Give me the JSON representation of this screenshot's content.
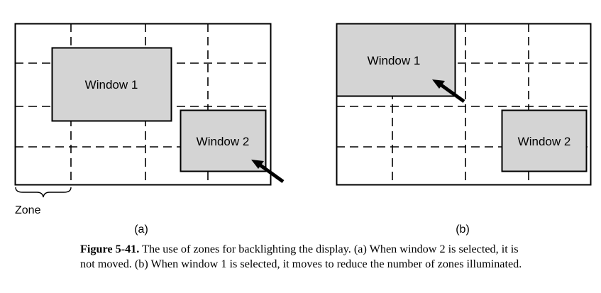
{
  "panel_a": {
    "label": "(a)",
    "window1_label": "Window 1",
    "window2_label": "Window 2",
    "zone_label": "Zone"
  },
  "panel_b": {
    "label": "(b)",
    "window1_label": "Window 1",
    "window2_label": "Window 2"
  },
  "caption": {
    "figure_number": "Figure 5-41.",
    "text": " The use of zones for backlighting the display. (a) When window 2 is selected, it is not moved. (b) When window 1 is selected, it moves to reduce the number of zones illuminated."
  },
  "colors": {
    "window_fill": "#d4d4d4",
    "stroke": "#000000",
    "background": "#ffffff"
  }
}
